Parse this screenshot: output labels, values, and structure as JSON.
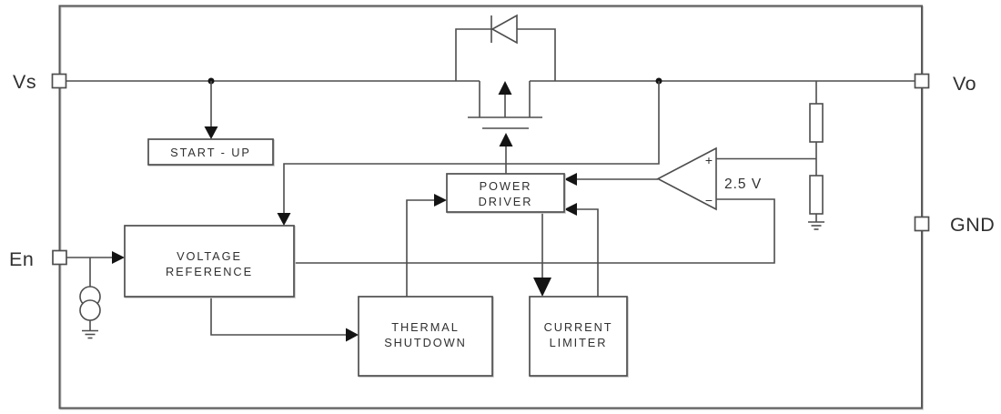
{
  "colors": {
    "wire": "#4d4d4d",
    "text": "#303030",
    "solid_marks": "#141414",
    "background": "#ffffff"
  },
  "pins": {
    "vs": {
      "label": "Vs"
    },
    "en": {
      "label": "En"
    },
    "vo": {
      "label": "Vo"
    },
    "gnd": {
      "label": "GND"
    }
  },
  "blocks": {
    "startup": {
      "label": "START - UP"
    },
    "voltage_reference": {
      "line1": "VOLTAGE",
      "line2": "REFERENCE"
    },
    "power_driver": {
      "line1": "POWER",
      "line2": "DRIVER"
    },
    "thermal_shutdown": {
      "line1": "THERMAL",
      "line2": "SHUTDOWN"
    },
    "current_limiter": {
      "line1": "CURRENT",
      "line2": "LIMITER"
    }
  },
  "error_amplifier": {
    "plus_label": "+",
    "minus_label": "−",
    "reference_voltage": "2.5 V"
  },
  "symbols": [
    "pmos-pass-transistor-icon",
    "body-diode-icon",
    "error-amplifier-icon",
    "enable-current-source-icon",
    "feedback-resistor-top",
    "feedback-resistor-bottom",
    "ground-icon"
  ]
}
